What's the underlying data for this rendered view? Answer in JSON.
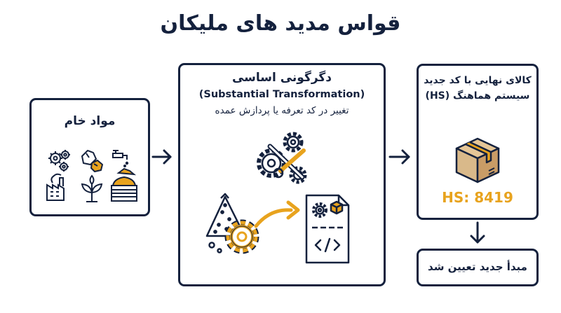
{
  "title": "قواس مدید های ملیکان",
  "raw_materials": {
    "label": "مواد خام"
  },
  "transformation": {
    "title": "دگرگونی اساسی",
    "subtitle_en": "(Substantial Transformation)",
    "description": "تغییر در کد تعرفه یا پردازش عمده"
  },
  "final_product": {
    "label_line1": "کالای نهایی با کد جدید",
    "label_line2": "سیستم هماهنگ (HS)",
    "hs_code": "HS: 8419"
  },
  "origin": {
    "label": "مبدأ جدید تعیین شد"
  },
  "colors": {
    "navy": "#14213d",
    "accent": "#e8a31e",
    "box_tan": "#d9b98a",
    "box_tan_dark": "#b8895a"
  },
  "icons": [
    "gears-icon",
    "ore-rocks-icon",
    "faucet-icon",
    "factory-icon",
    "plant-icon",
    "crate-icon",
    "wrench-gears-icon",
    "rock-pile-icon",
    "process-arrow-icon",
    "code-document-icon",
    "cardboard-box-icon"
  ]
}
